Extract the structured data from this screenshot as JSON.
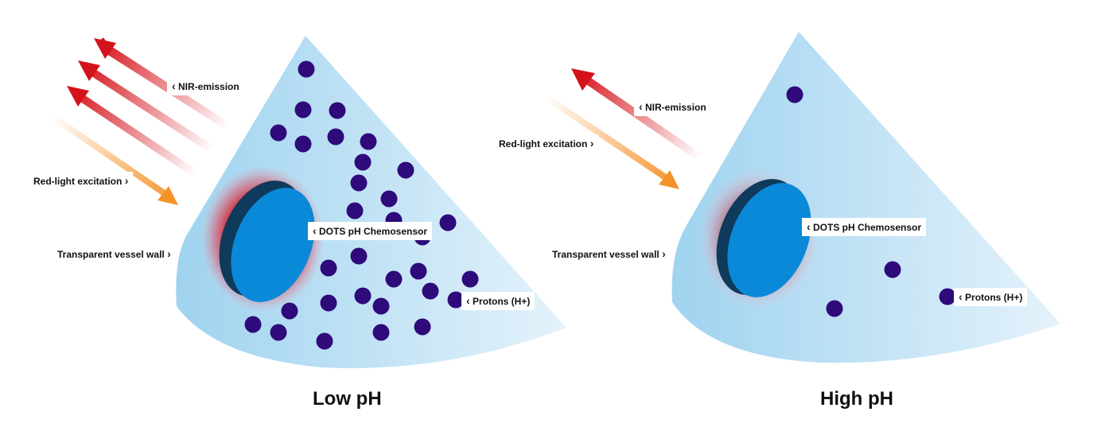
{
  "panels": [
    {
      "caption": "Low pH",
      "labels": {
        "emission": "NIR-emission",
        "excitation": "Red-light excitation",
        "sensor": "DOTS pH Chemosensor",
        "vessel": "Transparent vessel wall",
        "protons": "Protons (H+)"
      }
    },
    {
      "caption": "High pH",
      "labels": {
        "emission": "NIR-emission",
        "excitation": "Red-light excitation",
        "sensor": "DOTS pH Chemosensor",
        "vessel": "Transparent vessel wall",
        "protons": "Protons (H+)"
      }
    }
  ],
  "colors": {
    "vessel_light": "#e4f2fb",
    "vessel_dark": "#9fd3ef",
    "sensor_face": "#0a89d8",
    "sensor_edge": "#0e3a5c",
    "proton": "#2e0a7a",
    "emission": "#d4121a",
    "excitation": "#f5922a"
  },
  "icons": {
    "chevron_left": "‹",
    "chevron_right": "›"
  }
}
